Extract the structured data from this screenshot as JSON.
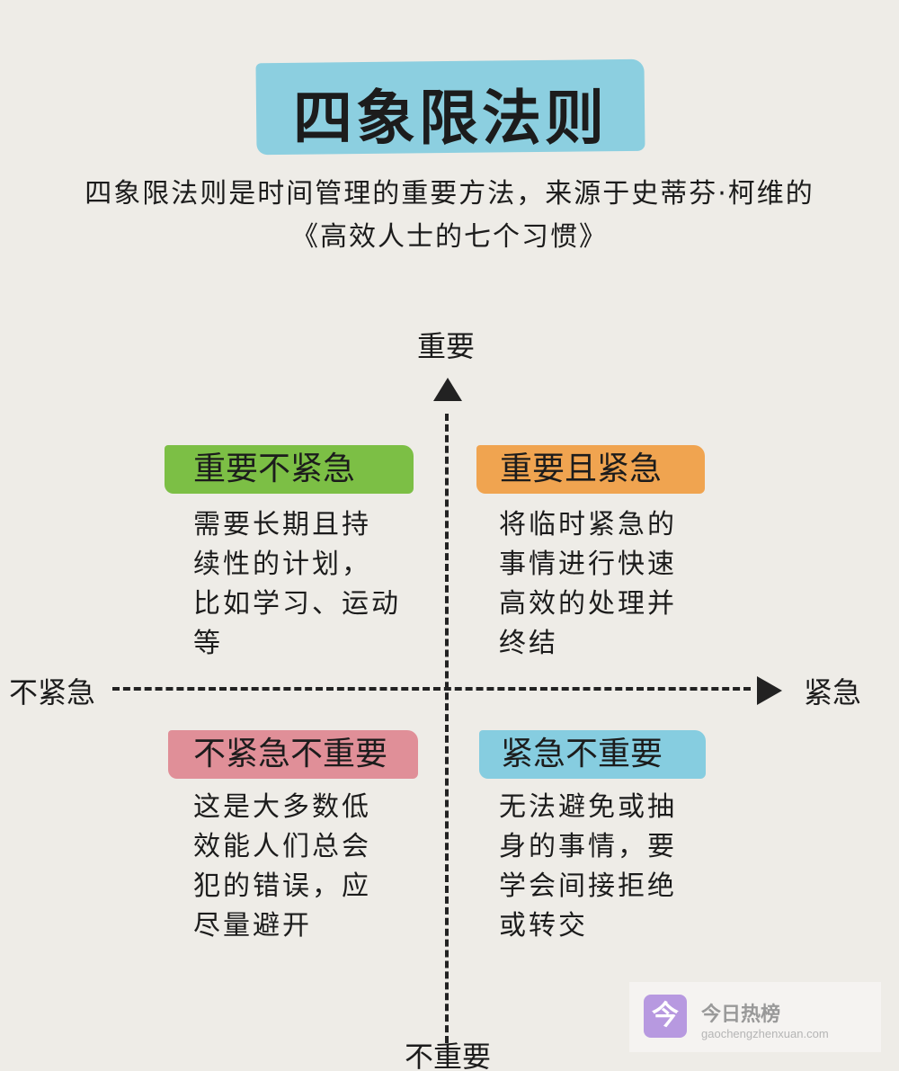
{
  "title": "四象限法则",
  "subtitle": [
    "四象限法则是时间管理的重要方法，来源于史蒂芬·柯维的",
    "《高效人士的七个习惯》"
  ],
  "axes": {
    "top": "重要",
    "bottom": "不重要",
    "left": "不紧急",
    "right": "紧急"
  },
  "quadrants": [
    {
      "label": "重要不紧急",
      "color": "#7cbf45",
      "lines": [
        "需要长期且持",
        "续性的计划，",
        "比如学习、运动",
        "等"
      ]
    },
    {
      "label": "重要且紧急",
      "color": "#f0a450",
      "lines": [
        "将临时紧急的",
        "事情进行快速",
        "高效的处理并",
        "终结"
      ]
    },
    {
      "label": "不紧急不重要",
      "color": "#e08f98",
      "lines": [
        "这是大多数低",
        "效能人们总会",
        "犯的错误，应",
        "尽量避开"
      ]
    },
    {
      "label": "紧急不重要",
      "color": "#86cde0",
      "lines": [
        "无法避免或抽",
        "身的事情，要",
        "学会间接拒绝",
        "或转交"
      ]
    }
  ],
  "watermark": {
    "icon": "今",
    "name": "今日热榜",
    "url": "gaochengzhenxuan.com"
  }
}
